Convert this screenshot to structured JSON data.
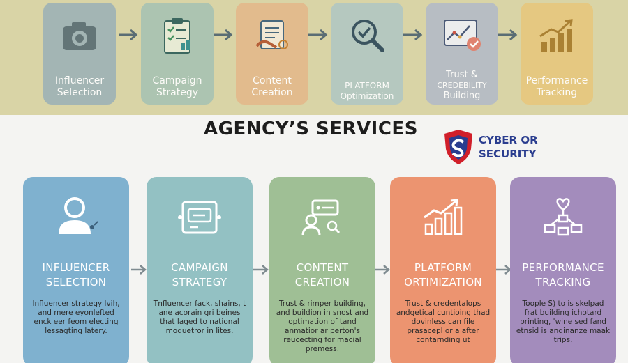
{
  "top_row": [
    {
      "label_lines": [
        "Influencer",
        "Selection"
      ],
      "color": "#9fb3b6",
      "icon": "camera-icon"
    },
    {
      "label_lines": [
        "Campaign",
        "Strategy"
      ],
      "color": "#a9c3b2",
      "icon": "clipboard-chart-icon"
    },
    {
      "label_lines": [
        "Content",
        "Creation"
      ],
      "color": "#e3b98b",
      "icon": "content-creation-icon"
    },
    {
      "label_lines": [
        "PLATFORM",
        "Optimization"
      ],
      "color": "#b3c7c2",
      "icon": "magnifier-check-icon"
    },
    {
      "label_lines": [
        "Trust &",
        "CREDEBILITY",
        "Building"
      ],
      "color": "#b5bcc6",
      "icon": "trust-chart-icon"
    },
    {
      "label_lines": [
        "Performance",
        "Tracking"
      ],
      "color": "#e7c77e",
      "icon": "growth-chart-icon"
    }
  ],
  "title": "AGENCY’S SERVICES",
  "brand": {
    "line1": "CYBER OR",
    "line2": "SECURITY",
    "shield_red": "#d11f2a",
    "shield_blue": "#2a3d8f"
  },
  "cards": [
    {
      "heading_lines": [
        "INFLUENCER",
        "SELECTION"
      ],
      "desc": "Influencer strategy lvih, and mere eyonlefted enck eer feom electing lessagting latery.",
      "color": "#7fb1cf",
      "icon": "person-icon"
    },
    {
      "heading_lines": [
        "CAMPAIGN",
        "STRATEGY"
      ],
      "desc": "Tnfluencer fack, shains, t ane acorain gri beines that laged to national moduetror in lites.",
      "color": "#93c1c3",
      "icon": "strategy-frame-icon"
    },
    {
      "heading_lines": [
        "CONTENT",
        "CREATION"
      ],
      "desc": "Trust & rimper building, and buildion in snost and optimation of tand anmatior ar perton's reucecting for macial premess.",
      "color": "#9fbf95",
      "icon": "content-person-icon"
    },
    {
      "heading_lines": [
        "PLATFORM",
        "ORTIMIZATION"
      ],
      "desc": "Trust & credentalops andgetical cuntioing thad dovinless can file prasacepl or a after contarnding ut",
      "color": "#ec9470",
      "icon": "bar-chart-icon"
    },
    {
      "heading_lines": [
        "PERFORMANCE",
        "TRACKING"
      ],
      "desc": "Toople S) to is skelpad frat building ichotard printing, 'wine sed fand etnsid is andinanze maak trips.",
      "color": "#a38cbc",
      "icon": "heart-network-icon"
    }
  ]
}
